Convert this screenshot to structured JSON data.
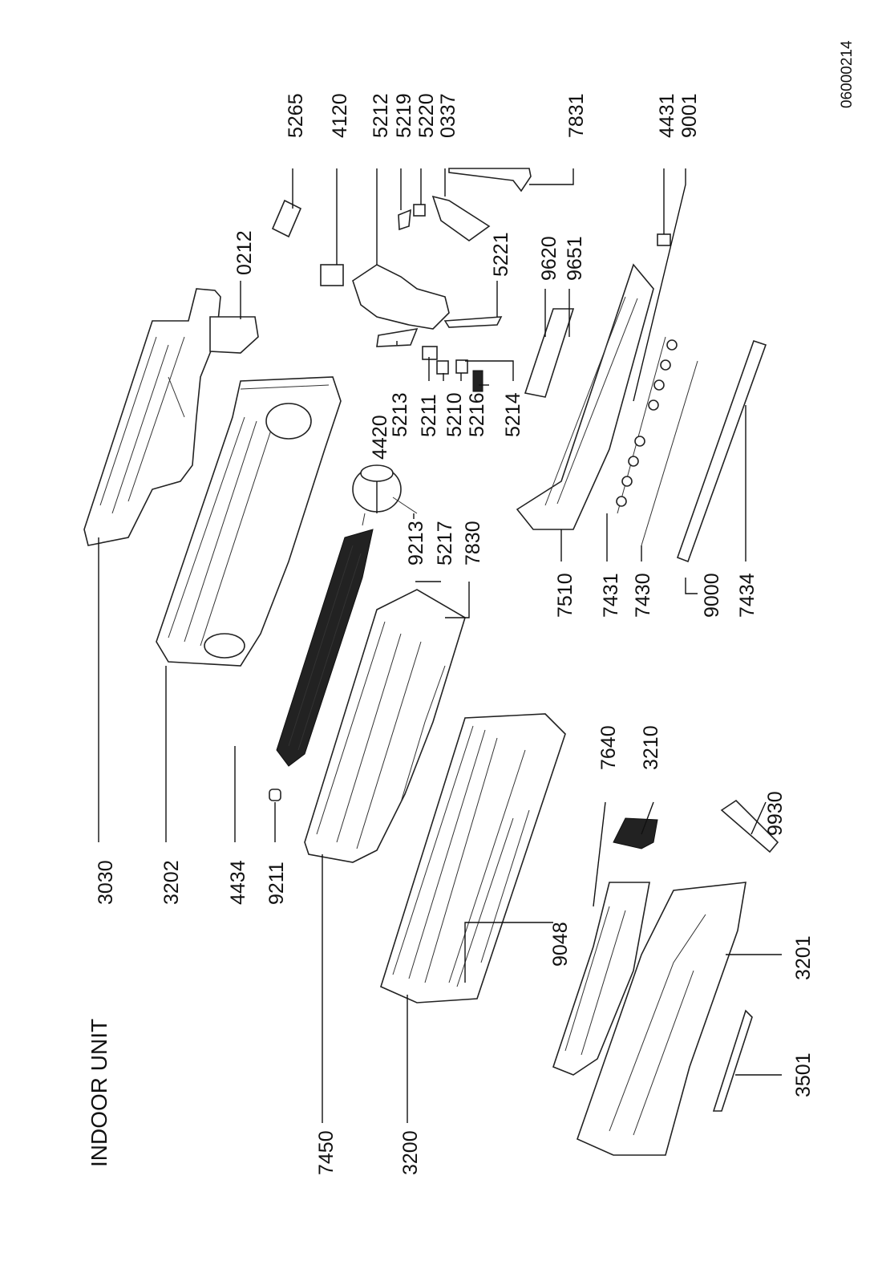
{
  "title": "INDOOR UNIT",
  "document_id": "06000214",
  "parts": {
    "p3030": "3030",
    "p3202": "3202",
    "p4434": "4434",
    "p9211": "9211",
    "p7450": "7450",
    "p3200": "3200",
    "p9048": "9048",
    "p3201": "3201",
    "p3501": "3501",
    "p7640": "7640",
    "p3210": "3210",
    "p9930": "9930",
    "p9213": "9213",
    "p5217": "5217",
    "p7830": "7830",
    "p4420": "4420",
    "p5213": "5213",
    "p5211": "5211",
    "p5210": "5210",
    "p5216": "5216",
    "p5214": "5214",
    "p7510": "7510",
    "p7431": "7431",
    "p7430": "7430",
    "p9000": "9000",
    "p7434": "7434",
    "p0212": "0212",
    "p5265": "5265",
    "p4120": "4120",
    "p5212": "5212",
    "p5219": "5219",
    "p5220": "5220",
    "p0337": "0337",
    "p5221": "5221",
    "p9620": "9620",
    "p9651": "9651",
    "p7831": "7831",
    "p4431": "4431",
    "p9001": "9001"
  }
}
